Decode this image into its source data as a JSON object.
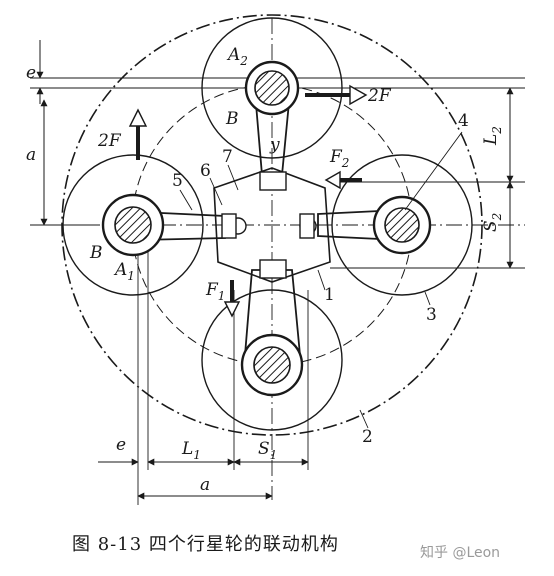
{
  "figure": {
    "caption": "图 8-13 四个行星轮的联动机构",
    "watermark": "知乎 @Leon",
    "labels": {
      "A2": {
        "main": "A",
        "sub": "2"
      },
      "A1": {
        "main": "A",
        "sub": "1"
      },
      "B_top": "B",
      "B_left": "B",
      "y": "y",
      "e_top": "e",
      "a_left": "a",
      "force_2F_right": "2F",
      "force_2F_up": "2F",
      "F2": {
        "main": "F",
        "sub": "2"
      },
      "F1": {
        "main": "F",
        "sub": "1"
      },
      "L2": {
        "main": "L",
        "sub": "2"
      },
      "S2": {
        "main": "S",
        "sub": "2"
      },
      "e_bottom": "e",
      "L1": {
        "main": "L",
        "sub": "1"
      },
      "S1": {
        "main": "S",
        "sub": "1"
      },
      "a_bottom": "a",
      "n1": "1",
      "n2": "2",
      "n3": "3",
      "n4": "4",
      "n5": "5",
      "n6": "6",
      "n7": "7"
    }
  }
}
